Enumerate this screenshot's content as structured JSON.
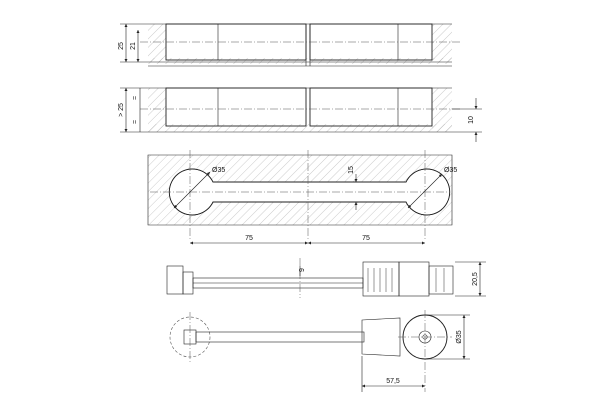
{
  "views": {
    "top_section": {
      "dims": {
        "overall": "25",
        "inner": "21"
      }
    },
    "second_section": {
      "dims": {
        "min": "> 25",
        "tick_a": "=",
        "tick_b": "=",
        "right": "10"
      }
    },
    "bore_plan": {
      "dims": {
        "dia_left": "Ø35",
        "dia_right": "Ø35",
        "groove": "15",
        "span_left": "75",
        "span_right": "75"
      }
    },
    "side_view": {
      "dims": {
        "rod": "9",
        "height": "20,5"
      }
    },
    "plan_view": {
      "dims": {
        "dia": "Ø35",
        "offset": "57,5"
      }
    }
  },
  "colors": {
    "line": "#222222",
    "hatch": "#9a9a9a",
    "fill_part": "#e4e4e4",
    "rod": "#8c8c8c"
  }
}
